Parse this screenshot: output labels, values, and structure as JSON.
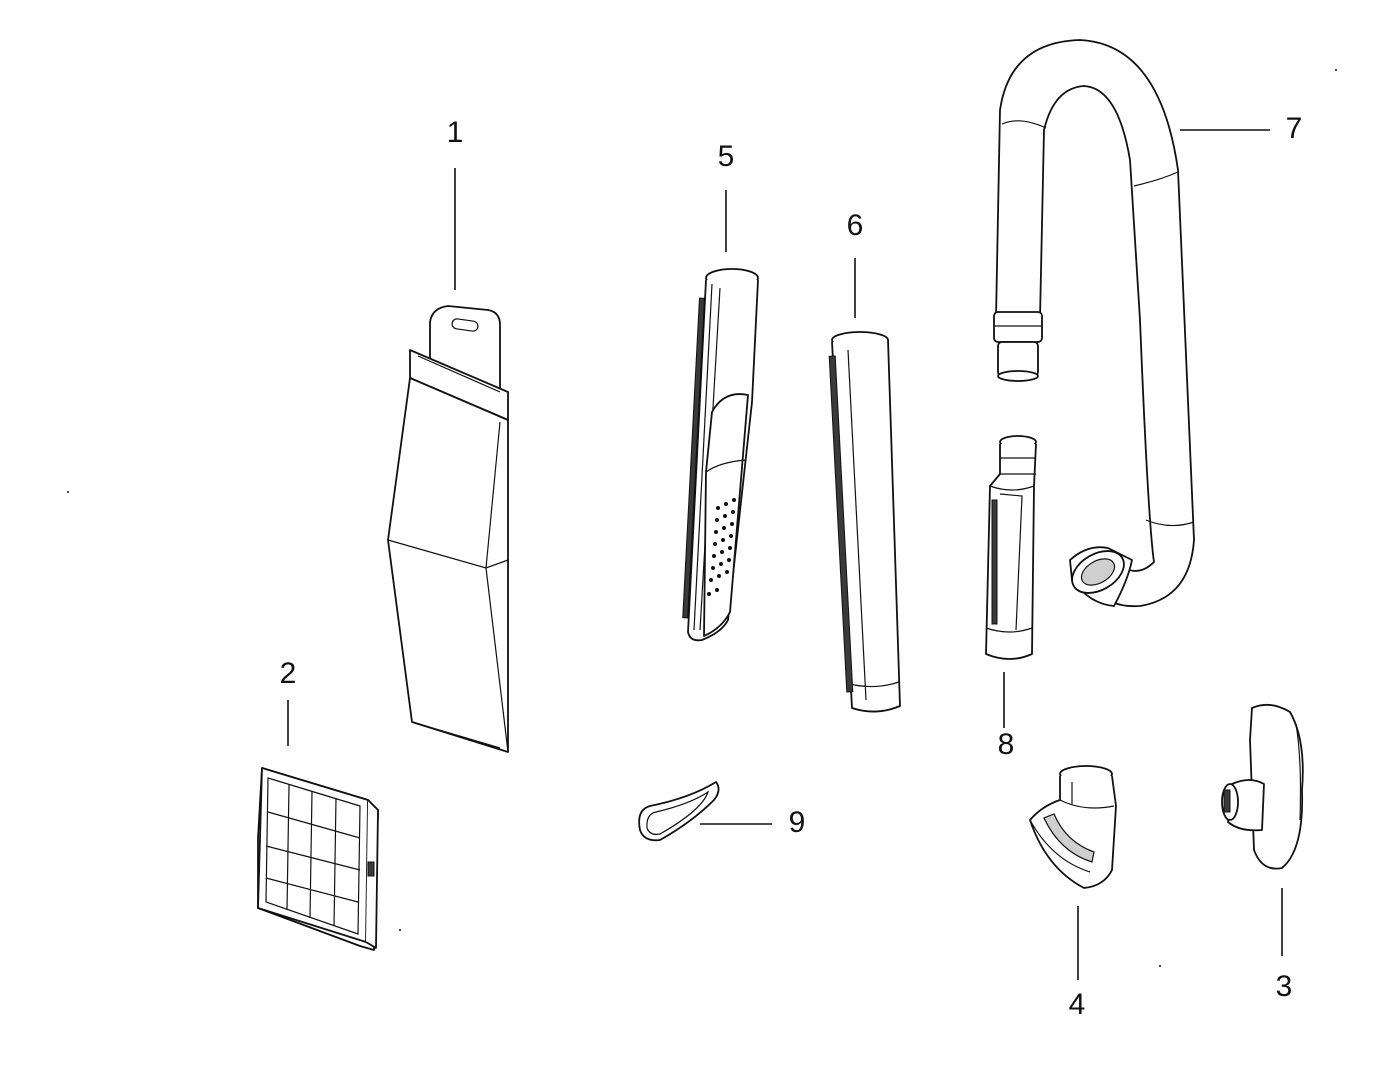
{
  "parts": [
    {
      "id": "part-1",
      "label": "1",
      "icon": "bag-icon"
    },
    {
      "id": "part-2",
      "label": "2",
      "icon": "filter-icon"
    },
    {
      "id": "part-3",
      "label": "3",
      "icon": "upholstery-tool-icon"
    },
    {
      "id": "part-4",
      "label": "4",
      "icon": "adapter-icon"
    },
    {
      "id": "part-5",
      "label": "5",
      "icon": "crevice-tool-icon"
    },
    {
      "id": "part-6",
      "label": "6",
      "icon": "extension-wand-icon"
    },
    {
      "id": "part-7",
      "label": "7",
      "icon": "hose-icon"
    },
    {
      "id": "part-8",
      "label": "8",
      "icon": "hose-end-icon"
    },
    {
      "id": "part-9",
      "label": "9",
      "icon": "belt-icon"
    }
  ],
  "colors": {
    "ink": "#111111",
    "shade": "#cfcfcf",
    "background": "#ffffff"
  }
}
